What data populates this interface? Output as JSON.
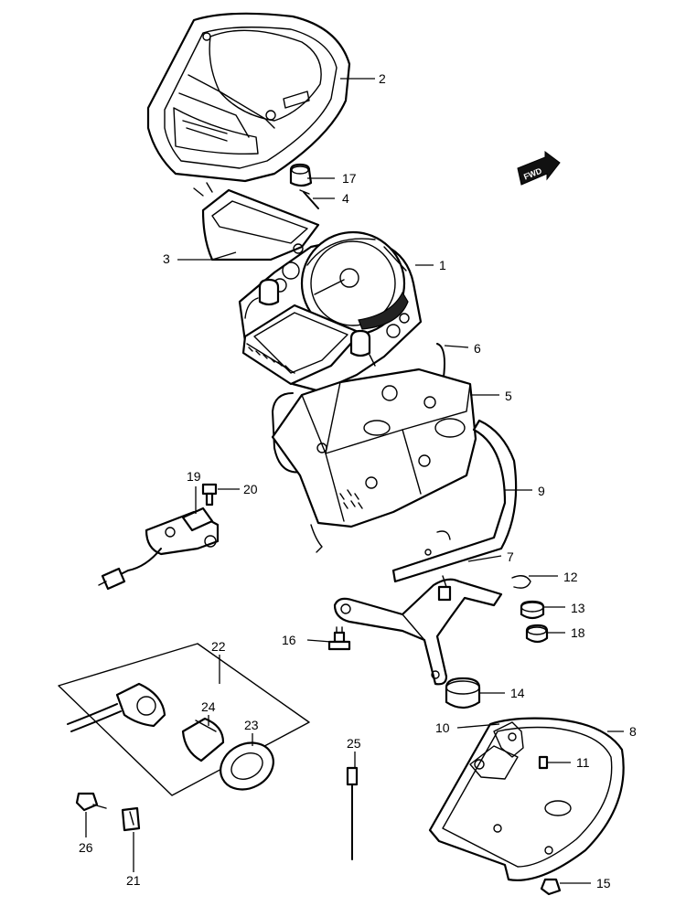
{
  "figure": {
    "callouts": [
      {
        "id": "c1",
        "text": "1"
      },
      {
        "id": "c2",
        "text": "2"
      },
      {
        "id": "c3",
        "text": "3"
      },
      {
        "id": "c4",
        "text": "4"
      },
      {
        "id": "c5",
        "text": "5"
      },
      {
        "id": "c6",
        "text": "6"
      },
      {
        "id": "c7",
        "text": "7"
      },
      {
        "id": "c8",
        "text": "8"
      },
      {
        "id": "c9",
        "text": "9"
      },
      {
        "id": "c10",
        "text": "10"
      },
      {
        "id": "c11",
        "text": "11"
      },
      {
        "id": "c12",
        "text": "12"
      },
      {
        "id": "c13",
        "text": "13"
      },
      {
        "id": "c14",
        "text": "14"
      },
      {
        "id": "c15",
        "text": "15"
      },
      {
        "id": "c16",
        "text": "16"
      },
      {
        "id": "c17",
        "text": "17"
      },
      {
        "id": "c18",
        "text": "18"
      },
      {
        "id": "c19",
        "text": "19"
      },
      {
        "id": "c20",
        "text": "20"
      },
      {
        "id": "c21",
        "text": "21"
      },
      {
        "id": "c22",
        "text": "22"
      },
      {
        "id": "c23",
        "text": "23"
      },
      {
        "id": "c24",
        "text": "24"
      },
      {
        "id": "c25",
        "text": "25"
      },
      {
        "id": "c26",
        "text": "26"
      }
    ],
    "direction_badge": "FWD"
  }
}
